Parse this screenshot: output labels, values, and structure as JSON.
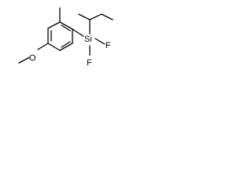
{
  "structure": {
    "atoms": {
      "silicon": "Si",
      "fluorine_top": "F",
      "fluorine_bottom": "F",
      "oxygen": "O"
    }
  }
}
